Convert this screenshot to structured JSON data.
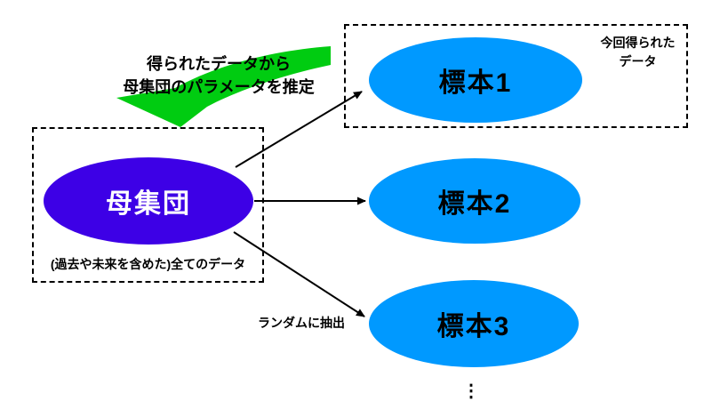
{
  "colors": {
    "population_fill": "#3D00E6",
    "sample_fill": "#0099FF",
    "green_arrow_fill": "#00CC11"
  },
  "population": {
    "label": "母集団",
    "caption": "(過去や未来を含めた)全てのデータ"
  },
  "samples": [
    {
      "label": "標本1"
    },
    {
      "label": "標本2"
    },
    {
      "label": "標本3"
    }
  ],
  "annotations": {
    "estimate_line1": "得られたデータから",
    "estimate_line2": "母集団のパラメータを推定",
    "obtained_line1": "今回得られた",
    "obtained_line2": "データ",
    "random_sampling": "ランダムに抽出",
    "more_samples_ellipsis": "⋮"
  }
}
